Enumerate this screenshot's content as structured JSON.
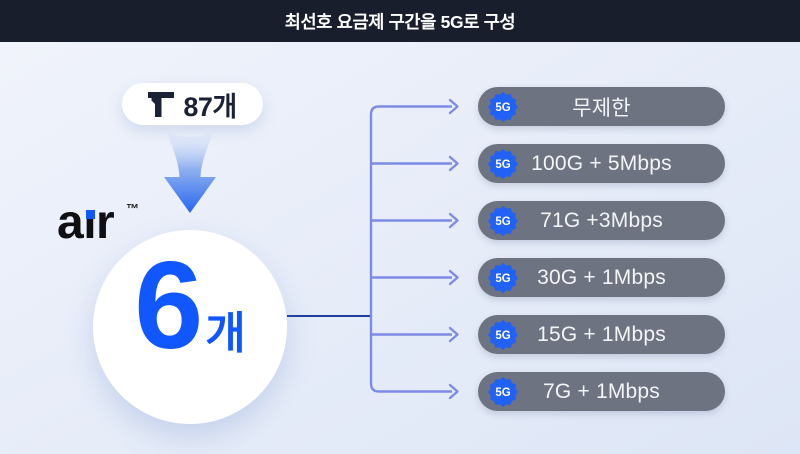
{
  "banner": {
    "title": "최선호 요금제 구간을 5G로 구성"
  },
  "source_pill": {
    "count": "87개"
  },
  "air_brand": {
    "name": "air",
    "display": "aır",
    "trademark": "™"
  },
  "result_circle": {
    "count": "6",
    "unit": "개"
  },
  "plans": [
    {
      "badge": "5G",
      "label": "무제한"
    },
    {
      "badge": "5G",
      "label": "100G + 5Mbps"
    },
    {
      "badge": "5G",
      "label": "71G +3Mbps"
    },
    {
      "badge": "5G",
      "label": "30G + 1Mbps"
    },
    {
      "badge": "5G",
      "label": "15G + 1Mbps"
    },
    {
      "badge": "5G",
      "label": "7G + 1Mbps"
    }
  ],
  "colors": {
    "banner_bg": "#191e2c",
    "accent_blue": "#1157ff",
    "badge_blue": "#2161f3",
    "pill_grey": "#6d7380",
    "connector": "#7d8be4",
    "connector_dark": "#19409f",
    "arrow_blue": "#2a66f0"
  }
}
